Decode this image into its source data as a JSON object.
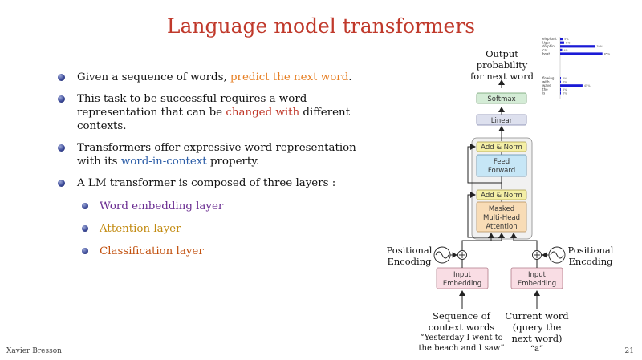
{
  "slide": {
    "title": "Language model transformers",
    "author": "Xavier Bresson",
    "page_number": "21"
  },
  "bullets": [
    {
      "parts": [
        "Given a sequence of words, ",
        "predict the next word",
        "."
      ]
    },
    {
      "parts": [
        "This task to be successful requires a word representation that can be ",
        "changed with",
        " different contexts."
      ]
    },
    {
      "parts": [
        "Transformers offer expressive word representation with its ",
        "word-in-context",
        " property."
      ]
    },
    {
      "parts": [
        "A LM transformer is composed of three layers :"
      ]
    }
  ],
  "sub_bullets": [
    "Word embedding layer",
    "Attention layer",
    "Classification layer"
  ],
  "diagram": {
    "output_label": [
      "Output",
      "probability",
      "for next word"
    ],
    "softmax": "Softmax",
    "linear": "Linear",
    "add_norm_top": "Add & Norm",
    "feed_forward": [
      "Feed",
      "Forward"
    ],
    "add_norm_bottom": "Add & Norm",
    "attention": [
      "Masked",
      "Multi-Head",
      "Attention"
    ],
    "pos_enc_left": [
      "Positional",
      "Encoding"
    ],
    "pos_enc_right": [
      "Positional",
      "Encoding"
    ],
    "input_emb_left": [
      "Input",
      "Embedding"
    ],
    "input_emb_right": [
      "Input",
      "Embedding"
    ],
    "plus": "+",
    "left_caption": [
      "Sequence of",
      "context words"
    ],
    "left_quote": [
      "“Yesterday I went to",
      "the beach and I saw”"
    ],
    "right_caption": [
      "Current word",
      "(query the",
      "next word)"
    ],
    "right_quote": "“a”"
  },
  "colors": {
    "title": "#c0392b",
    "softmax_fill": "#d4ecd6",
    "linear_fill": "#dde0ee",
    "addnorm_fill": "#f4efa6",
    "ff_fill": "#c6e6f6",
    "attention_fill": "#f8dcb6",
    "embedding_fill": "#f9dde4",
    "bar": "#1a1ad6"
  },
  "prob_chart": {
    "group1": [
      {
        "word": "elephant",
        "value": 5
      },
      {
        "word": "tiger",
        "value": 8
      },
      {
        "word": "dolphin",
        "value": 70
      },
      {
        "word": "cat",
        "value": 4
      },
      {
        "word": "boat",
        "value": 85
      }
    ],
    "group2": [
      {
        "word": "flowing",
        "value": 0
      },
      {
        "word": "with",
        "value": 0
      },
      {
        "word": "wave",
        "value": 45
      },
      {
        "word": "the",
        "value": 0
      },
      {
        "word": "is",
        "value": 0
      }
    ]
  }
}
